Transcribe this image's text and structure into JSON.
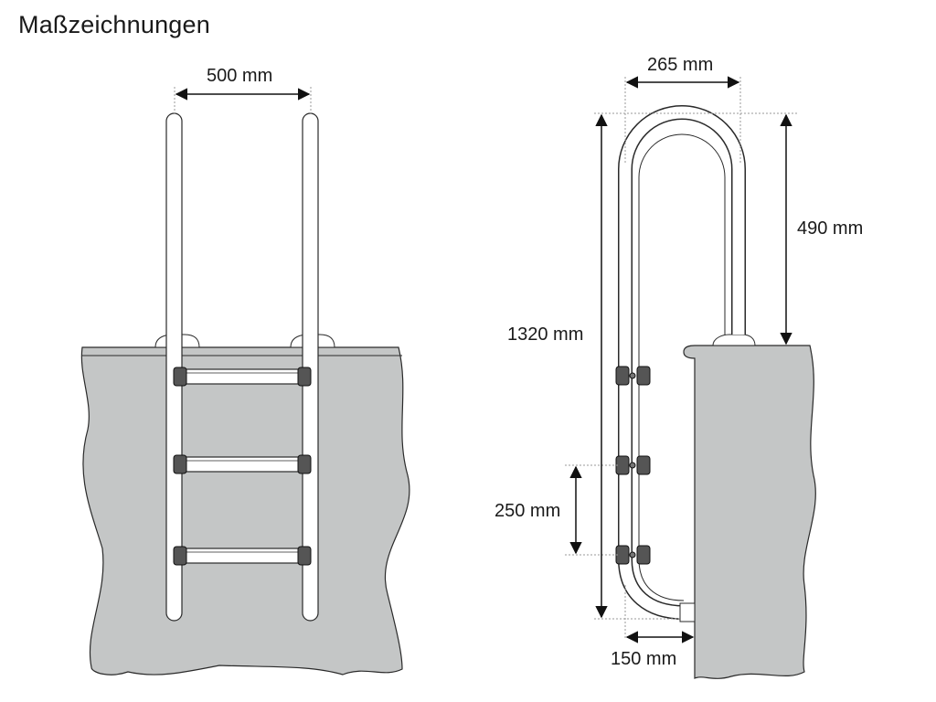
{
  "title": "Maßzeichnungen",
  "front_view": {
    "width_label": "500 mm",
    "rungs": 3
  },
  "side_view": {
    "handle_width_label": "265 mm",
    "handle_height_label": "490 mm",
    "total_height_label": "1320 mm",
    "step_spacing_label": "250 mm",
    "wall_distance_label": "150 mm",
    "steps": 3
  },
  "colors": {
    "wall_fill": "#c4c6c6",
    "outline": "#2a2a2a",
    "tube_fill": "#ffffff",
    "guide_line": "#9a9a9a"
  }
}
